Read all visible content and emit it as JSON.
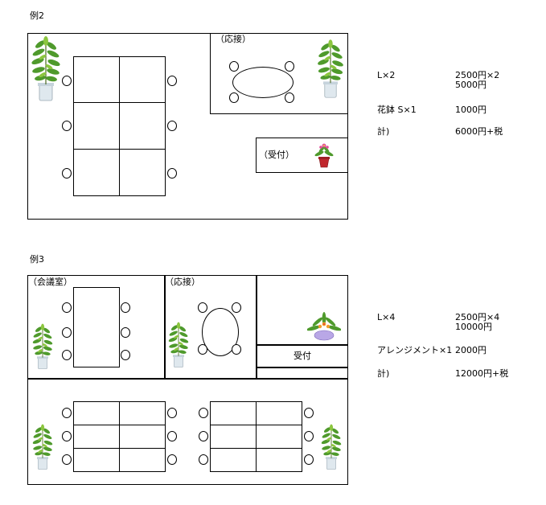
{
  "example2": {
    "heading": "例2",
    "reception_room_label": "（応接）",
    "reception_desk_label": "（受付）",
    "pricing": [
      {
        "item": "L×2",
        "price_line1": "2500円×2",
        "price_line2": "5000円"
      },
      {
        "item": "花鉢 S×1",
        "price_line1": "1000円",
        "price_line2": ""
      },
      {
        "item": "計)",
        "price_line1": "6000円+税",
        "price_line2": ""
      }
    ]
  },
  "example3": {
    "heading": "例3",
    "meeting_room_label": "（会議室）",
    "reception_room_label": "（応接）",
    "reception_desk_label": "受付",
    "pricing": [
      {
        "item": "L×4",
        "price_line1": "2500円×4",
        "price_line2": "10000円"
      },
      {
        "item": "アレンジメント×1",
        "price_line1": "2000円",
        "price_line2": ""
      },
      {
        "item": "計)",
        "price_line1": "12000円+税",
        "price_line2": ""
      }
    ]
  },
  "icons": {
    "plant": "potted-plant-icon",
    "flower_pot": "flower-pot-icon",
    "arrangement": "flower-arrangement-icon"
  },
  "colors": {
    "leaf": "#4f9a2c",
    "leaf_light": "#8cc63f",
    "pot_white": "#dfe8ee",
    "pot_red": "#c0272d",
    "pot_purple": "#b9a7e6"
  }
}
